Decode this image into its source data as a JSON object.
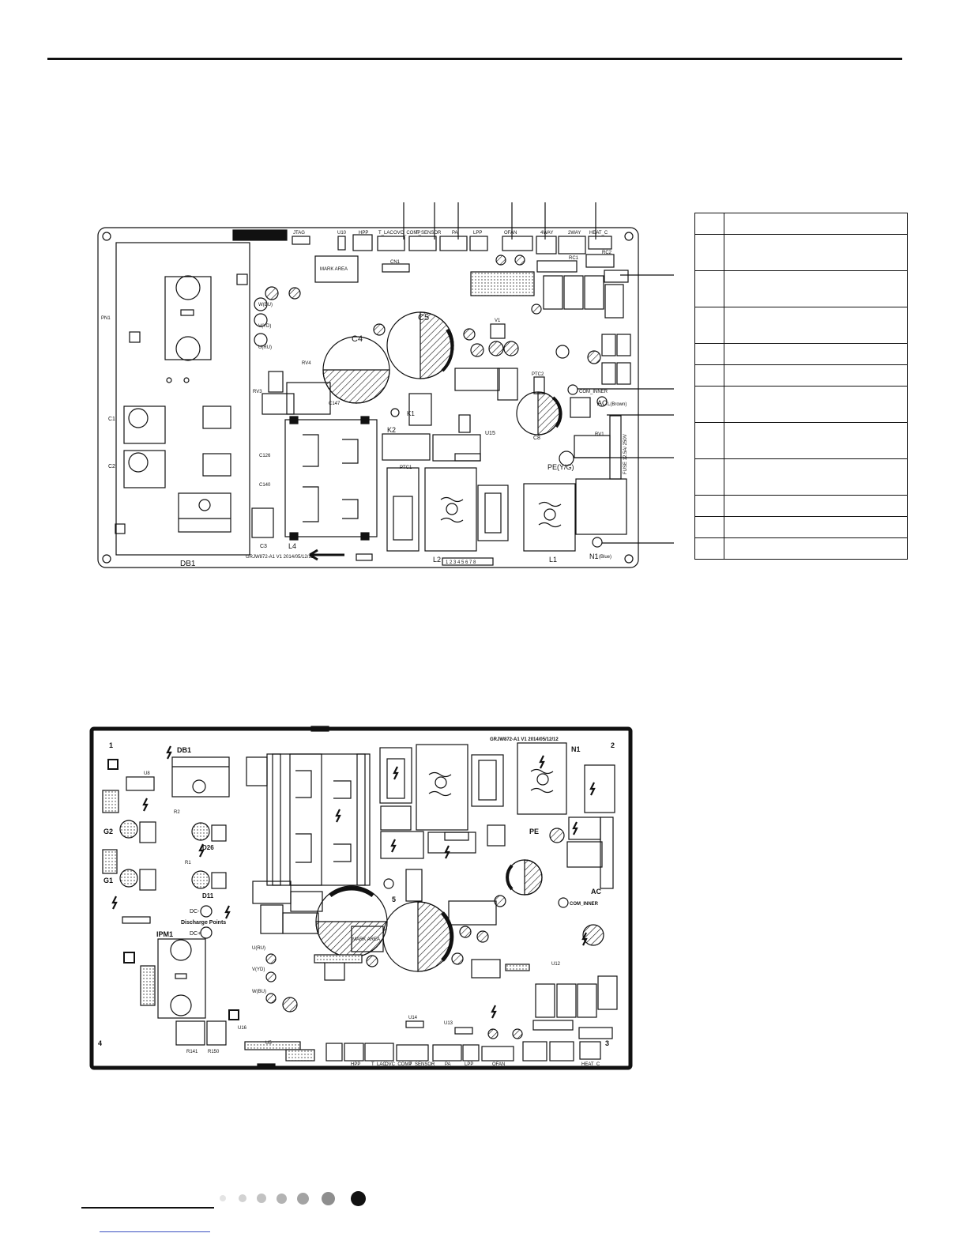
{
  "board1": {
    "model_text": "GRJW872-A1 V1 2014/05/12/12",
    "labels": {
      "jtag": "JTAG",
      "u10": "U10",
      "hpp": "HPP",
      "t_lac": "T_LAC",
      "ovc_comp": "OVC_COMP",
      "t_sensor": "T_SENSOR",
      "pa": "PA",
      "lpp": "LPP",
      "ofan": "OFAN",
      "four_way": "4WAY",
      "two_way": "2WAY",
      "heat_c": "HEAT_C",
      "mark_area": "MARK AREA",
      "c5": "C5",
      "c4": "C4",
      "k1": "K1",
      "k2": "K2",
      "l4": "L4",
      "l2": "L2",
      "l1": "L1",
      "c3": "C3",
      "db1": "DB1",
      "u15": "U15",
      "c8": "C8",
      "pe": "PE(Y/G)",
      "ac": "AC",
      "ac_color": "L(Brown)",
      "n1": "N1",
      "n1_color": "(Blue)",
      "com_inner": "COM_INNER",
      "fuse": "FUSE 12.5A/ 250V",
      "c1": "C1",
      "c2": "C2",
      "pn1": "PN1",
      "v1": "V1",
      "rv1": "RV1",
      "rv3": "RV3",
      "rv4": "RV4",
      "c147": "C147",
      "c126": "C126",
      "c140": "C140",
      "w_bu": "W(BU)",
      "v_yd": "V(YD)",
      "u_ru": "U(RU)",
      "ptc1": "PTC1",
      "ptc2": "PTC2",
      "rc1": "RC1",
      "rc2": "RC2",
      "cn1": "CN1",
      "strip": "1 2 3 4 5 6 7 8"
    }
  },
  "board2": {
    "model_text": "GRJW872-A1 V1 2014/05/12/12",
    "labels": {
      "db1": "DB1",
      "n1": "N1",
      "pe": "PE",
      "ac": "AC",
      "g1": "G1",
      "g2": "G2",
      "d26": "D26",
      "d11": "D11",
      "ipm1": "IPM1",
      "discharge": "Discharge Points",
      "dc_minus": "DC-",
      "dc_plus": "DC+",
      "mark_area": "MARK AREA",
      "com_inner": "COM_INNER",
      "u_ru": "U(RU)",
      "v_yd": "V(YD)",
      "w_bu": "W(BU)",
      "u12": "U12",
      "u14": "U14",
      "u13": "U13",
      "u16": "U16",
      "u5": "U5",
      "u8": "U8",
      "r1": "R1",
      "r2": "R2",
      "r141": "R141",
      "r150": "R150",
      "ofan": "OFAN",
      "heat_c": "HEAT_C",
      "lpp": "LPP",
      "pa": "PA",
      "t_sensor": "T_SENSOR",
      "comp": "OVC_COMP",
      "t_lac": "T_LAC",
      "hpp": "HPP",
      "num1": "1",
      "num2": "2",
      "num3": "3",
      "num4": "4",
      "num5": "5"
    }
  },
  "legend": {
    "rows": 12
  },
  "page_dots": {
    "count": 7,
    "active_index": 6
  }
}
